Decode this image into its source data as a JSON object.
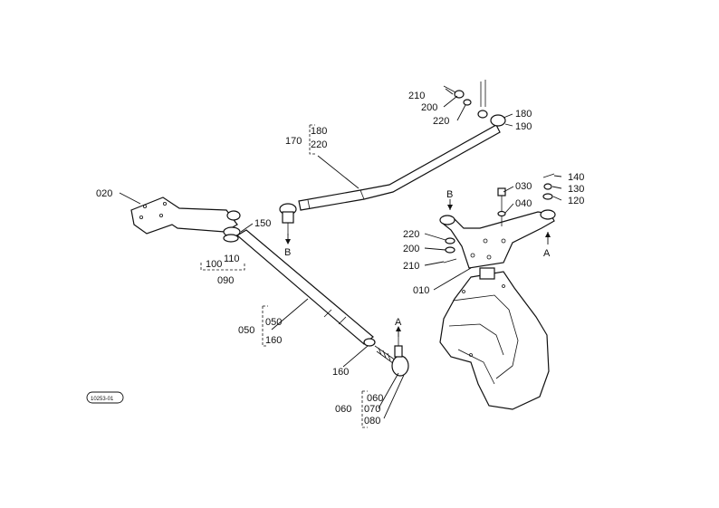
{
  "diagram": {
    "ref_code": "10253-01",
    "view_markers": {
      "a": "A",
      "b": "B"
    },
    "labels": {
      "p010": "010",
      "p020": "020",
      "p030": "030",
      "p040": "040",
      "p050": "050",
      "p050b": "050",
      "p060": "060",
      "p060b": "060",
      "p070": "070",
      "p080": "080",
      "p090": "090",
      "p100": "100",
      "p110": "110",
      "p120": "120",
      "p130": "130",
      "p140": "140",
      "p150": "150",
      "p160": "160",
      "p160b": "160",
      "p170": "170",
      "p180": "180",
      "p180b": "180",
      "p190": "190",
      "p200": "200",
      "p200b": "200",
      "p210": "210",
      "p210b": "210",
      "p220": "220",
      "p220b": "220",
      "p220c": "220"
    }
  }
}
